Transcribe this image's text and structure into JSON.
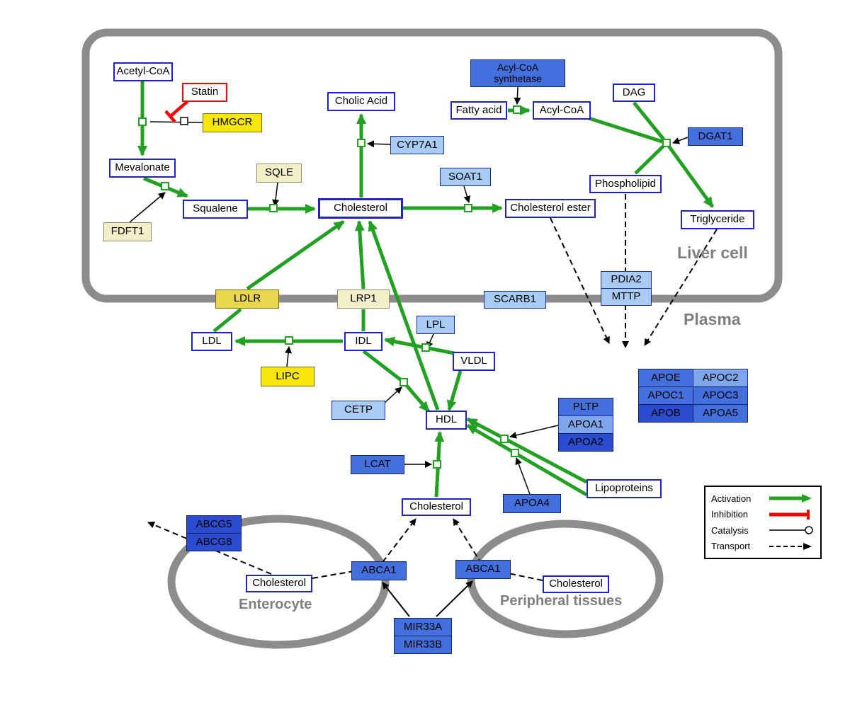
{
  "regions": {
    "liver_cell": "Liver cell",
    "plasma": "Plasma",
    "enterocyte": "Enterocyte",
    "peripheral": "Peripheral tissues"
  },
  "legend": {
    "activation": "Activation",
    "inhibition": "Inhibition",
    "catalysis": "Catalysis",
    "transport": "Transport"
  },
  "colors": {
    "activation_green": "#22A022",
    "inhibition_red": "#FF0000",
    "metabolite_border_blue": "#2020CC",
    "gene_blue_light": "#A8CCF4",
    "gene_blue_medium": "#4470DE",
    "gene_blue_dark": "#2B4CCF",
    "yellow_bright": "#F7E60A",
    "yellow_pale": "#F3EFC9",
    "membrane_gray": "#8C8C8C"
  },
  "nodes": {
    "acetyl_coa": {
      "label": "Acetyl-CoA"
    },
    "statin": {
      "label": "Statin"
    },
    "hmgcr": {
      "label": "HMGCR"
    },
    "mevalonate": {
      "label": "Mevalonate"
    },
    "sqle": {
      "label": "SQLE"
    },
    "fdft1": {
      "label": "FDFT1"
    },
    "squalene": {
      "label": "Squalene"
    },
    "cholesterol_liver": {
      "label": "Cholesterol"
    },
    "cholic_acid": {
      "label": "Cholic Acid"
    },
    "cyp7a1": {
      "label": "CYP7A1"
    },
    "soat1": {
      "label": "SOAT1"
    },
    "cholesterol_ester": {
      "label": "Cholesterol ester"
    },
    "acyl_coa_synthetase": {
      "label": "Acyl-CoA\nsynthetase"
    },
    "fatty_acid": {
      "label": "Fatty acid"
    },
    "acyl_coa": {
      "label": "Acyl-CoA"
    },
    "dag": {
      "label": "DAG"
    },
    "dgat1": {
      "label": "DGAT1"
    },
    "phospholipid": {
      "label": "Phospholipid"
    },
    "triglyceride": {
      "label": "Triglyceride"
    },
    "ldlr": {
      "label": "LDLR"
    },
    "lrp1": {
      "label": "LRP1"
    },
    "scarb1": {
      "label": "SCARB1"
    },
    "pdia2": {
      "label": "PDIA2"
    },
    "mttp": {
      "label": "MTTP"
    },
    "ldl": {
      "label": "LDL"
    },
    "idl": {
      "label": "IDL"
    },
    "lpl": {
      "label": "LPL"
    },
    "vldl": {
      "label": "VLDL"
    },
    "lipc": {
      "label": "LIPC"
    },
    "cetp": {
      "label": "CETP"
    },
    "hdl": {
      "label": "HDL"
    },
    "pltp": {
      "label": "PLTP"
    },
    "apoa1": {
      "label": "APOA1"
    },
    "apoa2": {
      "label": "APOA2"
    },
    "apoe": {
      "label": "APOE"
    },
    "apoc2": {
      "label": "APOC2"
    },
    "apoc1": {
      "label": "APOC1"
    },
    "apoc3": {
      "label": "APOC3"
    },
    "apob": {
      "label": "APOB"
    },
    "apoa5": {
      "label": "APOA5"
    },
    "lcat": {
      "label": "LCAT"
    },
    "apoa4": {
      "label": "APOA4"
    },
    "lipoproteins": {
      "label": "Lipoproteins"
    },
    "cholesterol_plasma": {
      "label": "Cholesterol"
    },
    "abcg5": {
      "label": "ABCG5"
    },
    "abcg8": {
      "label": "ABCG8"
    },
    "cholesterol_enterocyte": {
      "label": "Cholesterol"
    },
    "abca1_enterocyte": {
      "label": "ABCA1"
    },
    "abca1_peripheral": {
      "label": "ABCA1"
    },
    "cholesterol_peripheral": {
      "label": "Cholesterol"
    },
    "mir33a": {
      "label": "MIR33A"
    },
    "mir33b": {
      "label": "MIR33B"
    }
  }
}
